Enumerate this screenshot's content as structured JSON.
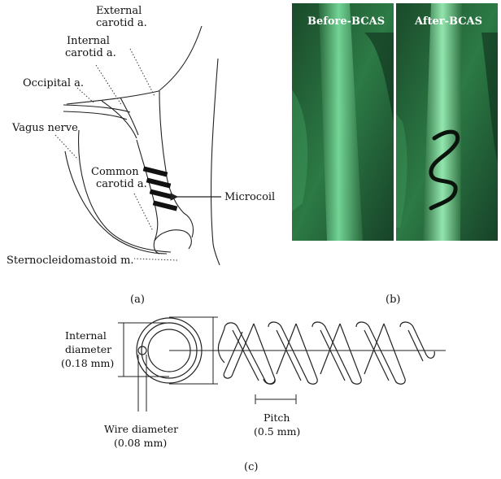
{
  "panel_a": {
    "labels": {
      "external": [
        "External",
        "carotid a."
      ],
      "internal": [
        "Internal",
        "carotid a."
      ],
      "occipital": "Occipital a.",
      "vagus": "Vagus nerve",
      "common": [
        "Common",
        "carotid a."
      ],
      "microcoil": "Microcoil",
      "scm": "Sternocleidomastoid m."
    },
    "caption": "(a)"
  },
  "panel_b": {
    "before": "Before-BCAS",
    "after": "After-BCAS",
    "caption": "(b)",
    "colors": {
      "photo_bg": "#1f5a33",
      "vessel": "#5fcf8a",
      "divider": "#ffffff"
    }
  },
  "panel_c": {
    "internal_diameter": [
      "Internal",
      "diameter",
      "(0.18 mm)"
    ],
    "wire_diameter": [
      "Wire diameter",
      "(0.08 mm)"
    ],
    "pitch": [
      "Pitch",
      "(0.5 mm)"
    ],
    "caption": "(c)"
  }
}
